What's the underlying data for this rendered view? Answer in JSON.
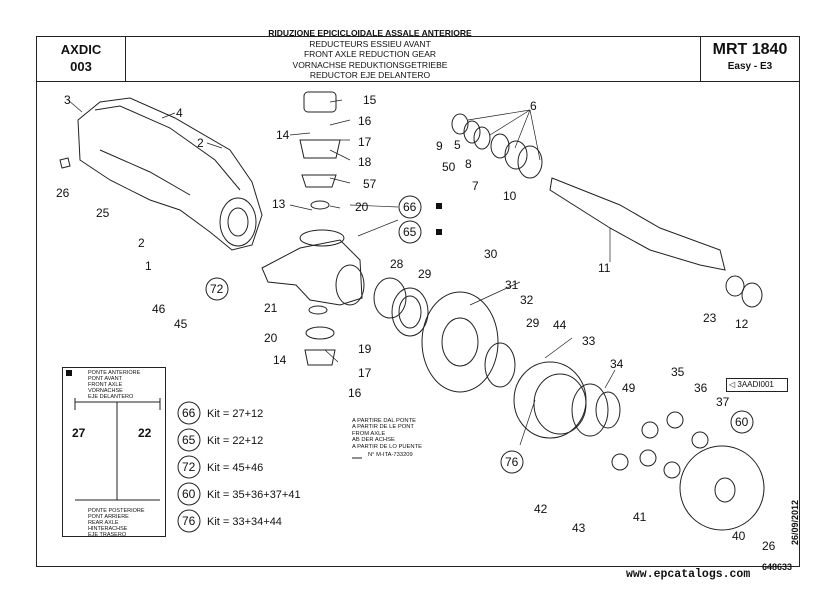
{
  "header": {
    "doc_code_line1": "AXDIC",
    "doc_code_line2": "003",
    "title_it": "RIDUZIONE EPICICLOIDALE ASSALE ANTERIORE",
    "title_fr": "REDUCTEURS ESSIEU AVANT",
    "title_en": "FRONT AXLE REDUCTION GEAR",
    "title_de": "VORNACHSE REDUKTIONSGETRIEBE",
    "title_es": "REDUCTOR EJE DELANTERO",
    "model": "MRT 1840",
    "variant": "Easy - E3"
  },
  "parts": [
    "1",
    "2",
    "3",
    "4",
    "5",
    "6",
    "7",
    "8",
    "9",
    "10",
    "11",
    "12",
    "13",
    "14",
    "15",
    "16",
    "17",
    "18",
    "19",
    "20",
    "21",
    "23",
    "25",
    "26",
    "28",
    "29",
    "30",
    "31",
    "32",
    "33",
    "34",
    "35",
    "36",
    "37",
    "40",
    "41",
    "42",
    "43",
    "44",
    "46",
    "49",
    "50",
    "57"
  ],
  "kits": [
    {
      "no": "66",
      "text": "Kit = 27+12"
    },
    {
      "no": "65",
      "text": "Kit = 22+12"
    },
    {
      "no": "72",
      "text": "Kit = 45+46"
    },
    {
      "no": "60",
      "text": "Kit = 35+36+37+41"
    },
    {
      "no": "76",
      "text": "Kit = 33+34+44"
    }
  ],
  "legend_top": [
    "PONTE ANTERIORE",
    "PONT AVANT",
    "FRONT AXLE",
    "VORNACHSE",
    "EJE DELANTERO"
  ],
  "legend_bottom": [
    "PONTE POSTERIORE",
    "PONT ARRIERE",
    "REAR AXLE",
    "HINTERACHSE",
    "EJE TRASERO"
  ],
  "legend_labels": {
    "left": "27",
    "right": "22"
  },
  "note": [
    "A PARTIRE DAL PONTE",
    "A PARTIR DE LE PONT",
    "FROM AXLE",
    "AB DER ACHSE",
    "A PARTIR DE LO PUENTE"
  ],
  "note_ref": "N° M-ITA-733209",
  "ref_tag": "3AADI001",
  "date": "26/09/2012",
  "drawing_code": "648633",
  "watermark": "www.epcatalogs.com"
}
